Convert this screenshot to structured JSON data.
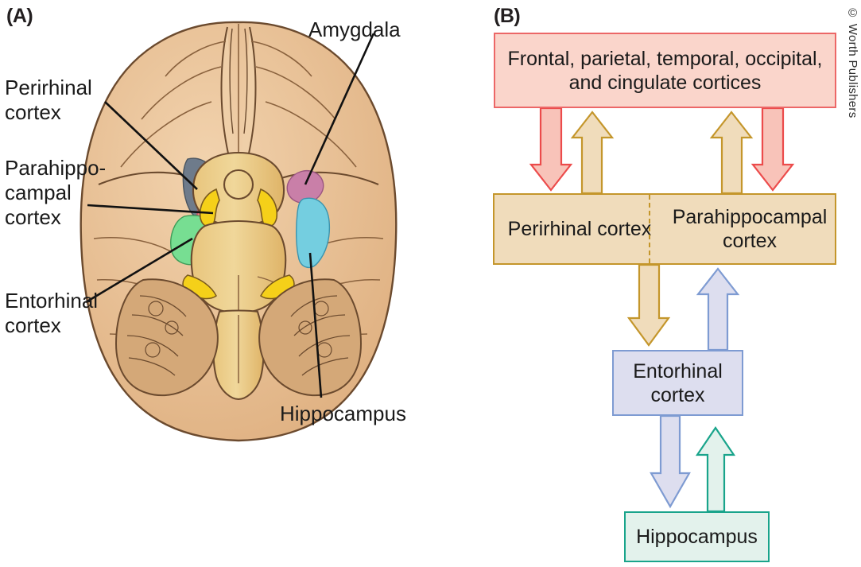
{
  "panels": {
    "a": {
      "tag": "(A)"
    },
    "b": {
      "tag": "(B)"
    }
  },
  "panel_a": {
    "labels": {
      "perirhinal": "Perirhinal\ncortex",
      "parahippocampal": "Parahippo-\ncampal\ncortex",
      "entorhinal": "Entorhinal\ncortex",
      "amygdala": "Amygdala",
      "hippocampus": "Hippocampus"
    },
    "region_colors": {
      "perirhinal": "#6E7B8B",
      "parahippocampal": "#EE7B85",
      "entorhinal": "#77DE92",
      "amygdala": "#C97FA8",
      "hippocampus": "#74CEE0",
      "brain_fill": "#E8C096",
      "brainstem_fill": "#E9C77E",
      "cranial_nerve_fill": "#F5D019",
      "cerebellum_fill": "#D4A878",
      "outline": "#6B4A2E"
    }
  },
  "panel_b": {
    "boxes": {
      "cortices": {
        "label": "Frontal, parietal, temporal, occipital, and cingulate cortices",
        "fill": "#FAD5CB",
        "border": "#EC6767"
      },
      "perirhinal": {
        "label": "Perirhinal cortex",
        "fill": "#F0DCBB",
        "border": "#C4962B"
      },
      "parahippocampal": {
        "label": "Parahippocampal cortex",
        "fill": "#F0DCBB",
        "border": "#C4962B"
      },
      "entorhinal": {
        "label": "Entorhinal cortex",
        "fill": "#DDDEEF",
        "border": "#7E9BD2"
      },
      "hippocampus": {
        "label": "Hippocampus",
        "fill": "#E3F2EC",
        "border": "#19A48B"
      }
    },
    "arrows": [
      {
        "name": "cortices-to-perirhinal",
        "direction": "down",
        "fill": "#F8C3B9",
        "stroke": "#EC4B4B"
      },
      {
        "name": "perirhinal-to-cortices",
        "direction": "up",
        "fill": "#F0DCBB",
        "stroke": "#C4962B"
      },
      {
        "name": "parahippocampal-to-cortices",
        "direction": "up",
        "fill": "#F0DCBB",
        "stroke": "#C4962B"
      },
      {
        "name": "cortices-to-parahippocampal",
        "direction": "down",
        "fill": "#F8C3B9",
        "stroke": "#EC4B4B"
      },
      {
        "name": "parahippocampal-to-entorhinal",
        "direction": "down",
        "fill": "#F0DCBB",
        "stroke": "#C4962B"
      },
      {
        "name": "entorhinal-to-parahippocampal",
        "direction": "up",
        "fill": "#DDDEEF",
        "stroke": "#7E9BD2"
      },
      {
        "name": "entorhinal-to-hippocampus",
        "direction": "down",
        "fill": "#DDDEEF",
        "stroke": "#7E9BD2"
      },
      {
        "name": "hippocampus-to-entorhinal",
        "direction": "up",
        "fill": "#E3F2EC",
        "stroke": "#19A48B"
      }
    ]
  },
  "credit": "© Worth Publishers"
}
